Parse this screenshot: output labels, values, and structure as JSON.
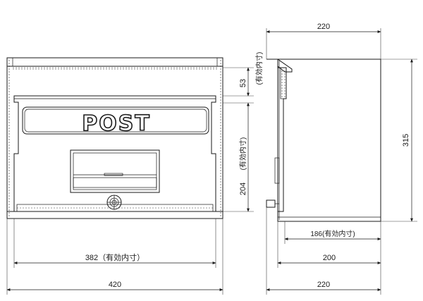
{
  "front": {
    "logo": "POST",
    "dims": {
      "top_inner_height": "53",
      "top_inner_note": "(有効内寸)",
      "slot_height": "204",
      "slot_height_note": "(有効内寸)",
      "inner_width": "382（有効内寸）",
      "outer_width": "420"
    }
  },
  "side": {
    "dims": {
      "top_depth": "220",
      "height": "315",
      "inner_depth": "186(有効内寸)",
      "mid_depth": "200",
      "bottom_depth": "220"
    }
  },
  "colors": {
    "line": "#1a1a1a",
    "background": "#ffffff"
  }
}
